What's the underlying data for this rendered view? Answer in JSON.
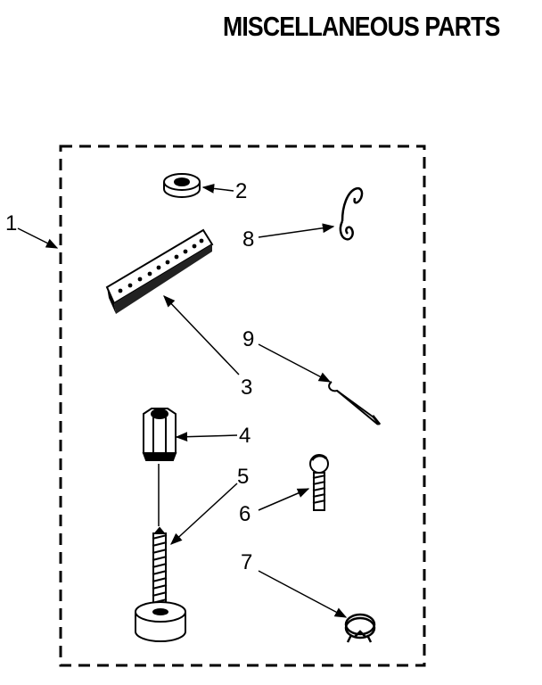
{
  "title": "MISCELLANEOUS PARTS",
  "callouts": [
    "1",
    "2",
    "3",
    "4",
    "5",
    "6",
    "7",
    "8",
    "9"
  ]
}
